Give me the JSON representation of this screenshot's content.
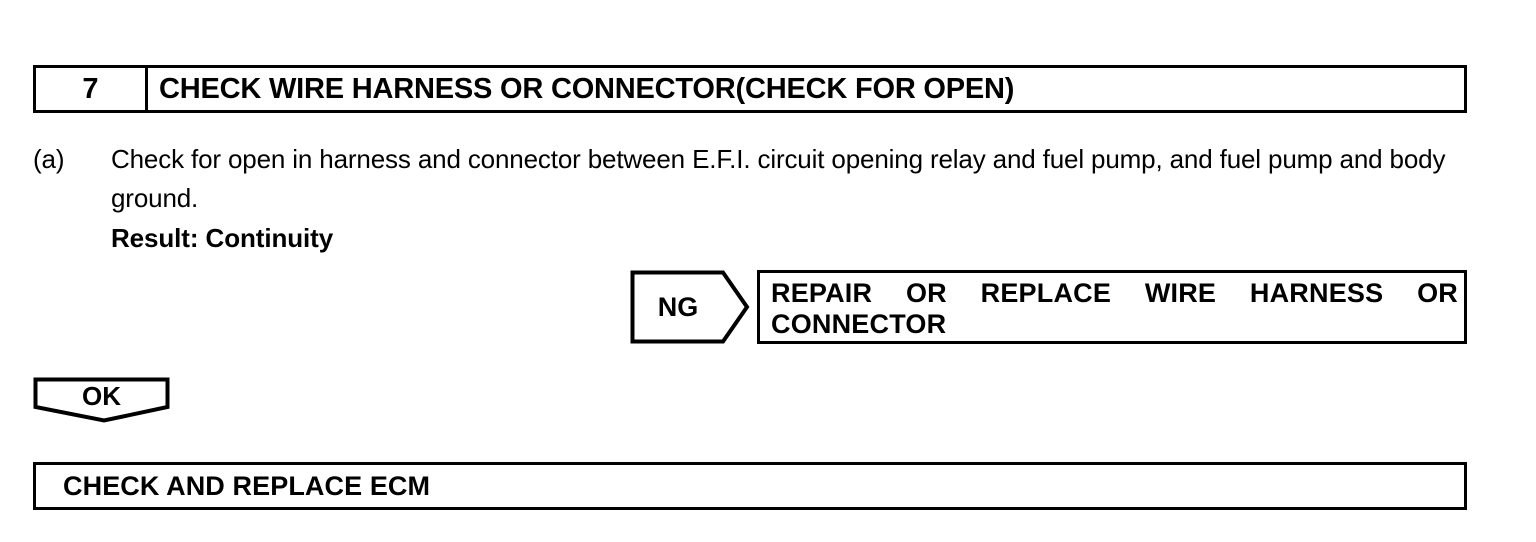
{
  "step": {
    "number": "7",
    "title": "CHECK WIRE HARNESS OR CONNECTOR(CHECK FOR OPEN)"
  },
  "instruction": {
    "marker": "(a)",
    "text": "Check for open in harness and connector between E.F.I. circuit opening relay and fuel pump, and fuel pump and body ground.",
    "result": "Result: Continuity"
  },
  "branches": {
    "ng": {
      "tag": "NG",
      "action_line_1": "REPAIR OR REPLACE WIRE HARNESS OR",
      "action_line_2": "CONNECTOR"
    },
    "ok": {
      "tag": "OK"
    }
  },
  "outcome": {
    "text": "CHECK AND REPLACE ECM"
  },
  "colors": {
    "ink": "#000000",
    "paper": "#ffffff"
  }
}
